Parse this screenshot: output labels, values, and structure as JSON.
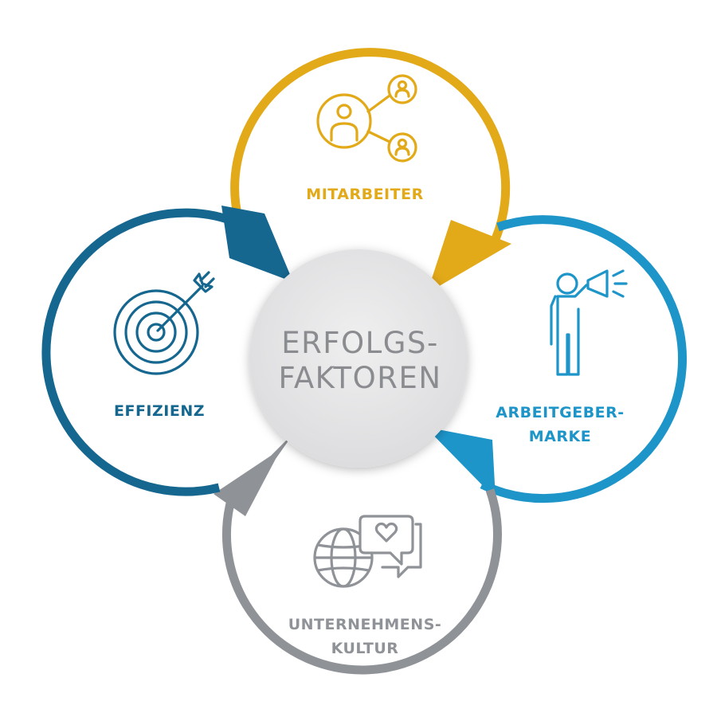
{
  "center": {
    "line1": "ERFOLGS-",
    "line2": "FAKTOREN"
  },
  "factors": {
    "mitarbeiter": {
      "label": "MITARBEITER",
      "color": "#e2a918",
      "icon": "people-network-icon"
    },
    "arbeitgebermarke": {
      "line1": "ARBEITGEBER-",
      "line2": "MARKE",
      "color": "#1d95c9",
      "icon": "megaphone-person-icon"
    },
    "unternehmenskultur": {
      "line1": "UNTERNEHMENS-",
      "line2": "KULTUR",
      "color": "#8f9297",
      "icon": "globe-chat-heart-icon"
    },
    "effizienz": {
      "label": "EFFIZIENZ",
      "color": "#16678f",
      "icon": "target-arrow-icon"
    }
  },
  "colors": {
    "center_fill": "#e4e4e5",
    "center_text": "#8a8c90"
  }
}
